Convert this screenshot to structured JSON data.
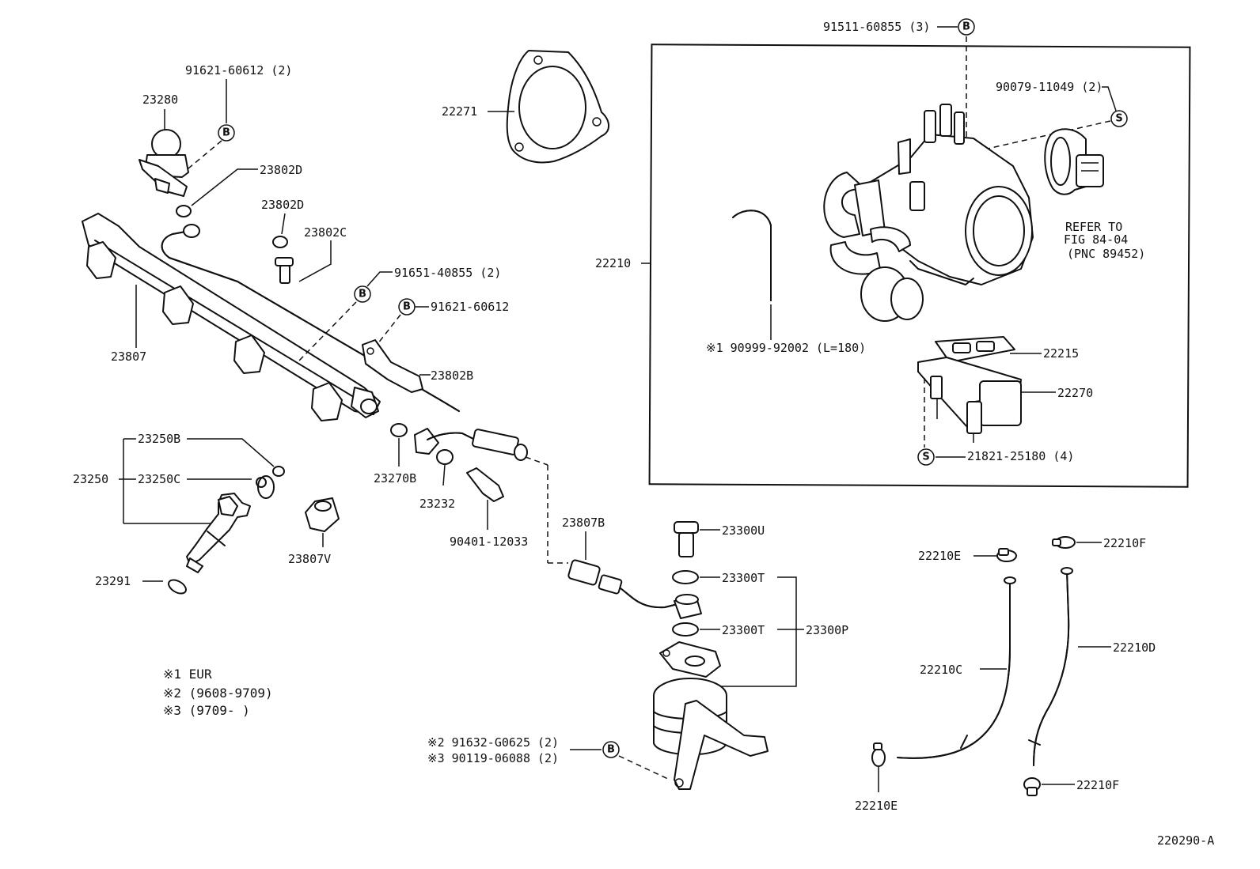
{
  "labels": {
    "p91511": "91511-60855 (3)",
    "p90079": "90079-11049 (2)",
    "refer1": "REFER TO",
    "refer2": "FIG 84-04",
    "refer3": "(PNC 89452)",
    "p22271": "22271",
    "p22210": "22210",
    "p90999": "※1 90999-92002 (L=180)",
    "p22215": "22215",
    "p22270": "22270",
    "p21821": "21821-25180 (4)",
    "p91621a": "91621-60612 (2)",
    "p23280": "23280",
    "p23802D_1": "23802D",
    "p23802D_2": "23802D",
    "p23802C": "23802C",
    "p91651": "91651-40855 (2)",
    "p91621b": "91621-60612",
    "p23807": "23807",
    "p23802B": "23802B",
    "p23250B": "23250B",
    "p23250": "23250",
    "p23250C": "23250C",
    "p23270B": "23270B",
    "p23232": "23232",
    "p90401": "90401-12033",
    "p23807V": "23807V",
    "p23291": "23291",
    "p23807B": "23807B",
    "p23300U": "23300U",
    "p23300T_1": "23300T",
    "p23300T_2": "23300T",
    "p23300P": "23300P",
    "p22210E_1": "22210E",
    "p22210F_1": "22210F",
    "p22210C": "22210C",
    "p22210D": "22210D",
    "p22210E_2": "22210E",
    "p22210F_2": "22210F",
    "p91632": "※2  91632-G0625 (2)",
    "p90119": "※3  90119-06088 (2)",
    "fig_id": "220290-A"
  },
  "legend": {
    "l1": "※1 EUR",
    "l2": "※2 (9608-9709)",
    "l3": "※3 (9709-        )"
  },
  "markers": {
    "b": "B",
    "s": "S"
  }
}
